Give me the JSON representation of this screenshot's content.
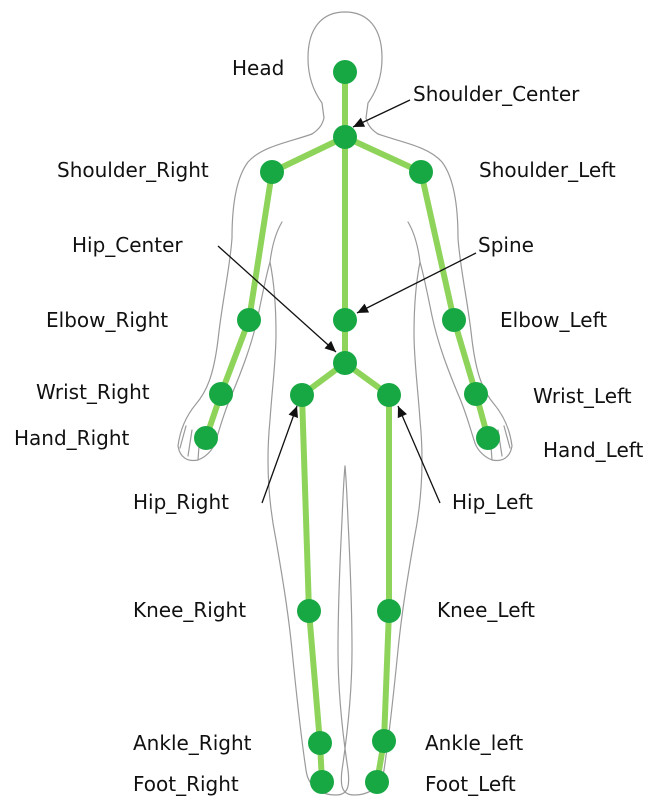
{
  "colors": {
    "bone": "#8fd45a",
    "joint": "#17a844",
    "outline": "#9a9a9a",
    "arrow": "#111111"
  },
  "joints": {
    "head": "Head",
    "shoulder_center": "Shoulder_Center",
    "shoulder_right": "Shoulder_Right",
    "shoulder_left": "Shoulder_Left",
    "hip_center": "Hip_Center",
    "spine": "Spine",
    "elbow_right": "Elbow_Right",
    "elbow_left": "Elbow_Left",
    "wrist_right": "Wrist_Right",
    "wrist_left": "Wrist_Left",
    "hand_right": "Hand_Right",
    "hand_left": "Hand_Left",
    "hip_right": "Hip_Right",
    "hip_left": "Hip_Left",
    "knee_right": "Knee_Right",
    "knee_left": "Knee_Left",
    "ankle_right": "Ankle_Right",
    "ankle_left": "Ankle_left",
    "foot_right": "Foot_Right",
    "foot_left": "Foot_Left"
  }
}
